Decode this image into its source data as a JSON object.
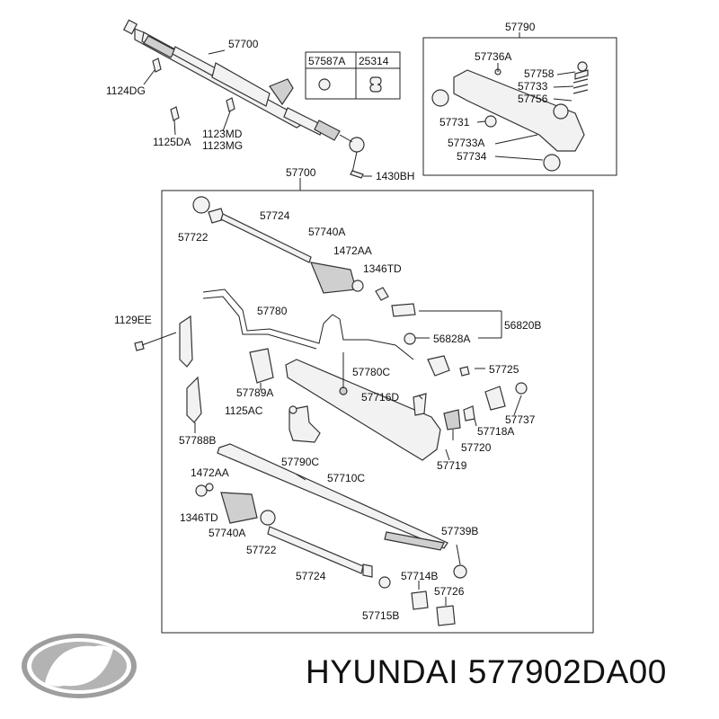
{
  "top_assembly": {
    "labels": [
      "57700",
      "1124DG",
      "1125DA",
      "1123MD",
      "1123MG",
      "1430BH"
    ]
  },
  "kit_table": {
    "headers": [
      "57587A",
      "25314"
    ]
  },
  "inset": {
    "title": "57790",
    "labels": [
      "57736A",
      "57758",
      "57733",
      "57756",
      "57731",
      "57733A",
      "57734"
    ]
  },
  "main_box": {
    "title": "57700",
    "labels": {
      "l57722a": "57722",
      "l57724a": "57724",
      "l57740Aa": "57740A",
      "l1472AAa": "1472AA",
      "l1346TDa": "1346TD",
      "l1129EE": "1129EE",
      "l57780": "57780",
      "l56820B": "56820B",
      "l56828A": "56828A",
      "l57780C": "57780C",
      "l57725": "57725",
      "l57789A": "57789A",
      "l57716D": "57716D",
      "l57737": "57737",
      "l1125AC": "1125AC",
      "l57718A": "57718A",
      "l57788B": "57788B",
      "l57720": "57720",
      "l57790C": "57790C",
      "l57719": "57719",
      "l1472AAb": "1472AA",
      "l57710C": "57710C",
      "l1346TDb": "1346TD",
      "l57740Ab": "57740A",
      "l57739B": "57739B",
      "l57722b": "57722",
      "l57724b": "57724",
      "l57714B": "57714B",
      "l57726": "57726",
      "l57715B": "57715B"
    }
  },
  "footer": {
    "brand_text": "HYUNDAI 577902DA00",
    "logo_icon": "hyundai-logo-icon"
  }
}
